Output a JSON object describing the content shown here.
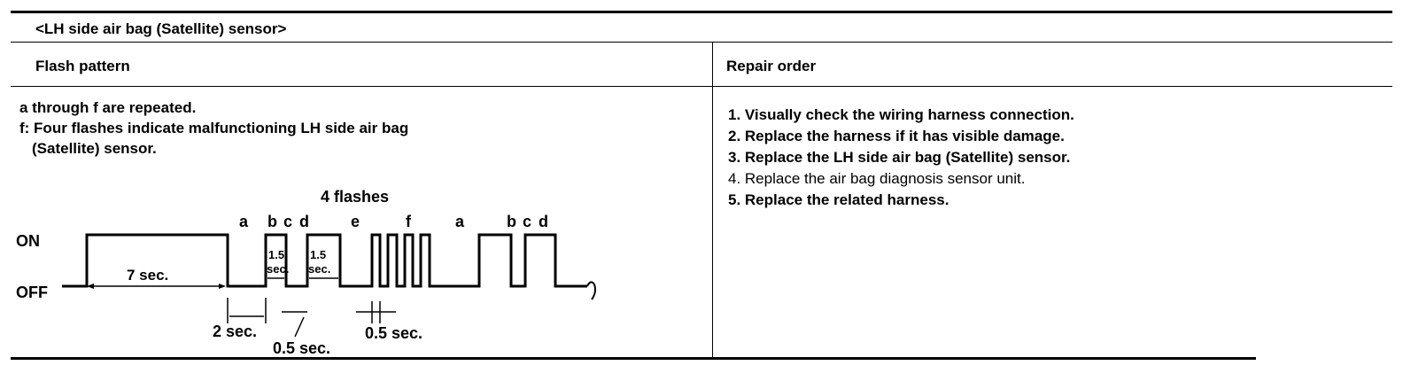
{
  "title": "<LH side air bag (Satellite) sensor>",
  "headers": {
    "flash_pattern": "Flash pattern",
    "repair_order": "Repair order"
  },
  "flash": {
    "line1": "a through f are repeated.",
    "line2": "f: Four  flashes  indicate malfunctioning LH side air bag",
    "line3": "(Satellite) sensor."
  },
  "diagram": {
    "flashes_label": "4 flashes",
    "on_label": "ON",
    "off_label": "OFF",
    "seg_a": "a",
    "seg_b": "b",
    "seg_c": "c",
    "seg_d": "d",
    "seg_e": "e",
    "seg_f": "f",
    "seg_a2": "a",
    "seg_b2": "b",
    "seg_c2": "c",
    "seg_d2": "d",
    "seven_sec": "7 sec.",
    "pulse_b_top": "1.5",
    "pulse_b_bottom": "sec.",
    "pulse_d_top": "1.5",
    "pulse_d_bottom": "sec.",
    "two_sec": "2 sec.",
    "half_sec_a": "0.5 sec.",
    "half_sec_b": "0.5 sec."
  },
  "repair_steps": [
    "1. Visually check the wiring harness connection.",
    "2. Replace the harness if it has visible damage.",
    "3. Replace the LH side air bag (Satellite) sensor.",
    "4. Replace the air bag diagnosis sensor unit.",
    "5. Replace the related harness."
  ]
}
